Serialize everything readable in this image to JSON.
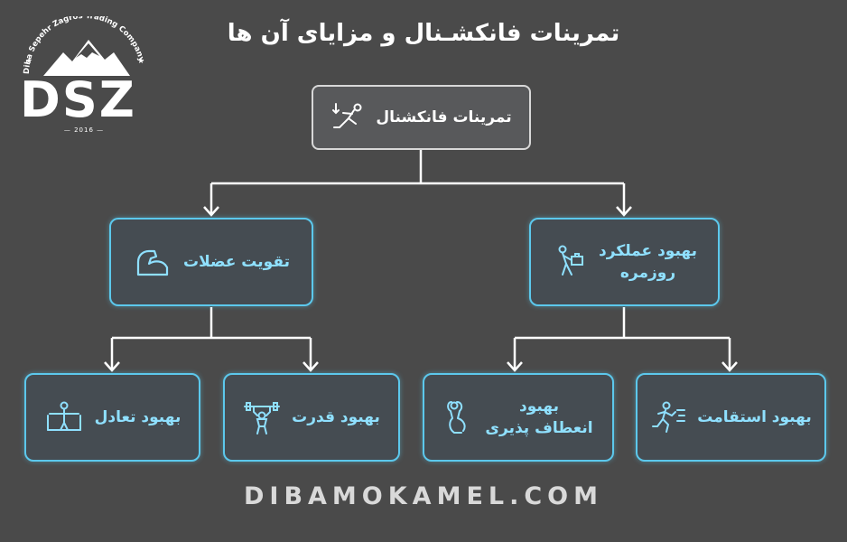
{
  "title": "تمرینات فانکشـنال و مزایای آن ها",
  "logo": {
    "arc_text": "Diba Sepehr Zagros Trading Company",
    "mark": "DSZ",
    "year": "2016"
  },
  "root": {
    "label": "تمرینات فانکشنال",
    "icon": "functional-exercise-icon"
  },
  "branches": [
    {
      "label_lines": [
        "بهبود عملکرد",
        "روزمره"
      ],
      "icon": "daily-activity-icon",
      "children": [
        {
          "label": "بهبود استقامت",
          "icon": "running-icon"
        },
        {
          "label_lines": [
            "بهبود",
            "انعطاف پذیری"
          ],
          "icon": "flexibility-icon"
        }
      ]
    },
    {
      "label": "تقویت عضلات",
      "icon": "muscle-arm-icon",
      "children": [
        {
          "label": "بهبود قدرت",
          "icon": "weightlifter-icon"
        },
        {
          "label": "بهبود تعادل",
          "icon": "balance-beam-icon"
        }
      ]
    }
  ],
  "website": "DIBAMOKAMEL.COM",
  "colors": {
    "background": "#4a4a4a",
    "accent": "#5cc8ec",
    "accent_text": "#8fe0ff",
    "root_border": "#d8d8d8"
  }
}
